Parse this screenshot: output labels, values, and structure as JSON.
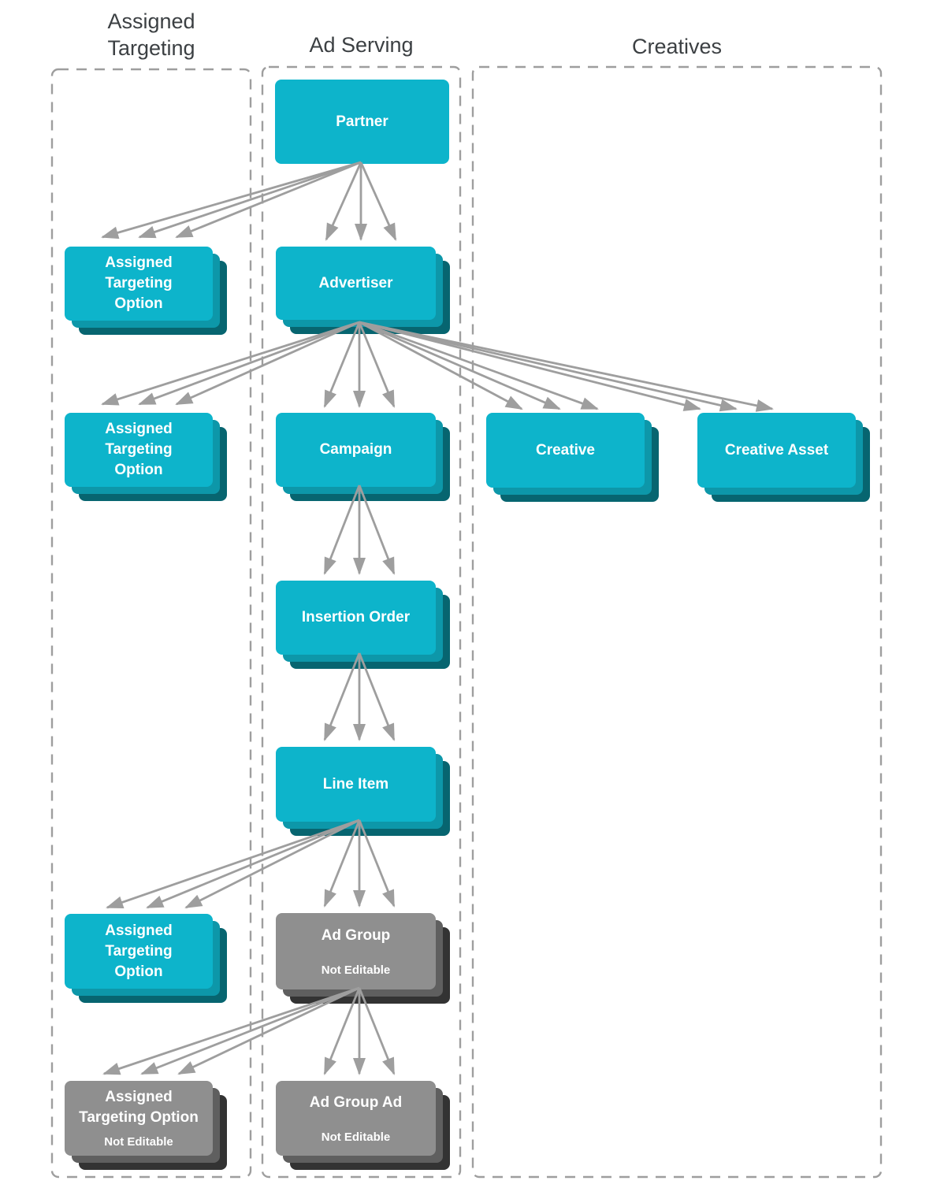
{
  "columns": {
    "assigned_targeting": {
      "title": "Assigned Targeting"
    },
    "ad_serving": {
      "title": "Ad Serving"
    },
    "creatives": {
      "title": "Creatives"
    }
  },
  "nodes": {
    "partner": {
      "lines": [
        "Partner"
      ],
      "editable": true
    },
    "ato1": {
      "lines": [
        "Assigned",
        "Targeting",
        "Option"
      ],
      "editable": true
    },
    "advertiser": {
      "lines": [
        "Advertiser"
      ],
      "editable": true
    },
    "ato2": {
      "lines": [
        "Assigned",
        "Targeting",
        "Option"
      ],
      "editable": true
    },
    "campaign": {
      "lines": [
        "Campaign"
      ],
      "editable": true
    },
    "creative": {
      "lines": [
        "Creative"
      ],
      "editable": true
    },
    "creative_asset": {
      "lines": [
        "Creative Asset"
      ],
      "editable": true
    },
    "insertion_order": {
      "lines": [
        "Insertion Order"
      ],
      "editable": true
    },
    "line_item": {
      "lines": [
        "Line Item"
      ],
      "editable": true
    },
    "ato3": {
      "lines": [
        "Assigned",
        "Targeting",
        "Option"
      ],
      "editable": true
    },
    "ad_group": {
      "lines": [
        "Ad Group"
      ],
      "sublabel": "Not Editable"
    },
    "ato4": {
      "lines": [
        "Assigned",
        "Targeting Option"
      ],
      "sublabel": "Not Editable"
    },
    "ad_group_ad": {
      "lines": [
        "Ad Group Ad"
      ],
      "sublabel": "Not Editable"
    }
  },
  "edges": [
    {
      "from": "partner",
      "to": "advertiser",
      "type": "one-to-many",
      "lines": 3
    },
    {
      "from": "partner",
      "to": "ato1",
      "type": "one-to-many",
      "lines": 3
    },
    {
      "from": "advertiser",
      "to": "ato2",
      "type": "one-to-many",
      "lines": 3
    },
    {
      "from": "advertiser",
      "to": "campaign",
      "type": "one-to-many",
      "lines": 3
    },
    {
      "from": "advertiser",
      "to": "creative",
      "type": "one-to-many",
      "lines": 3
    },
    {
      "from": "advertiser",
      "to": "creative_asset",
      "type": "one-to-many",
      "lines": 3
    },
    {
      "from": "campaign",
      "to": "insertion_order",
      "type": "one-to-many",
      "lines": 3
    },
    {
      "from": "insertion_order",
      "to": "line_item",
      "type": "one-to-many",
      "lines": 3
    },
    {
      "from": "line_item",
      "to": "ad_group",
      "type": "one-to-many",
      "lines": 3
    },
    {
      "from": "line_item",
      "to": "ato3",
      "type": "one-to-many",
      "lines": 3
    },
    {
      "from": "ad_group",
      "to": "ad_group_ad",
      "type": "one-to-many",
      "lines": 3
    },
    {
      "from": "ad_group",
      "to": "ato4",
      "type": "one-to-many",
      "lines": 3
    }
  ],
  "colors": {
    "node_teal": "#0db4cb",
    "node_teal_mid": "#0d97a9",
    "node_teal_dark": "#076570",
    "node_gray": "#8f8f8f",
    "node_gray_mid": "#5f5f5f",
    "node_gray_dark": "#333333",
    "arrow": "#9e9e9e",
    "column_border": "#9e9e9e",
    "heading_text": "#3c4043",
    "node_text": "#ffffff"
  }
}
